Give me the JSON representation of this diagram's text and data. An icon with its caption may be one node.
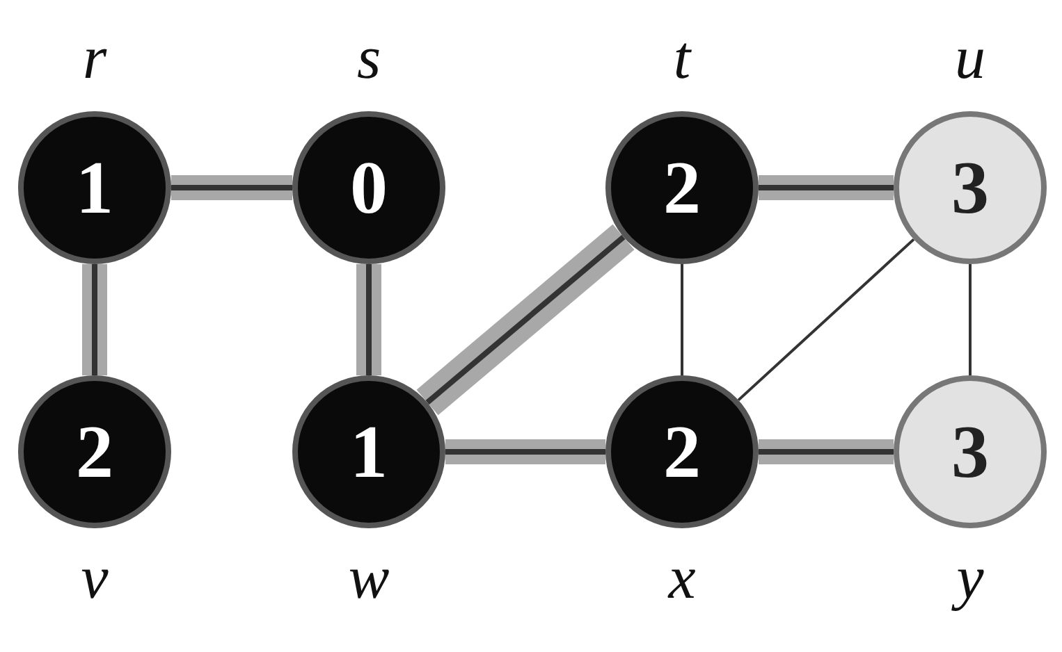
{
  "diagram": {
    "nodes": [
      {
        "text": [
          "1"
        ],
        "beside": [
          "r"
        ]
      },
      {
        "text": [
          "0"
        ],
        "beside": [
          "s"
        ]
      },
      {
        "text": [
          "2"
        ],
        "beside": [
          "t"
        ]
      },
      {
        "text": [
          "3"
        ],
        "beside": [
          "u"
        ]
      },
      {
        "text": [
          "2"
        ],
        "beside": [
          "v"
        ]
      },
      {
        "text": [
          "1"
        ],
        "beside": [
          "w"
        ]
      },
      {
        "text": [
          "2"
        ],
        "beside": [
          "x"
        ]
      },
      {
        "text": [
          "3"
        ],
        "beside": [
          "y"
        ]
      }
    ],
    "edges": [
      {
        "from": 0,
        "to": 1,
        "arrow": "none"
      },
      {
        "from": 0,
        "to": 4,
        "arrow": "none"
      },
      {
        "from": 1,
        "to": 5,
        "arrow": "none"
      },
      {
        "from": 5,
        "to": 2,
        "arrow": "none"
      },
      {
        "from": 2,
        "to": 3,
        "arrow": "none"
      },
      {
        "from": 2,
        "to": 6,
        "arrow": "none",
        "color": "#333333"
      },
      {
        "from": 6,
        "to": 3,
        "arrow": "none",
        "color": "#333333"
      },
      {
        "from": 3,
        "to": 7,
        "arrow": "none",
        "color": "#333333"
      },
      {
        "from": 5,
        "to": 6,
        "arrow": "none"
      },
      {
        "from": 6,
        "to": 7,
        "arrow": "none"
      }
    ]
  }
}
